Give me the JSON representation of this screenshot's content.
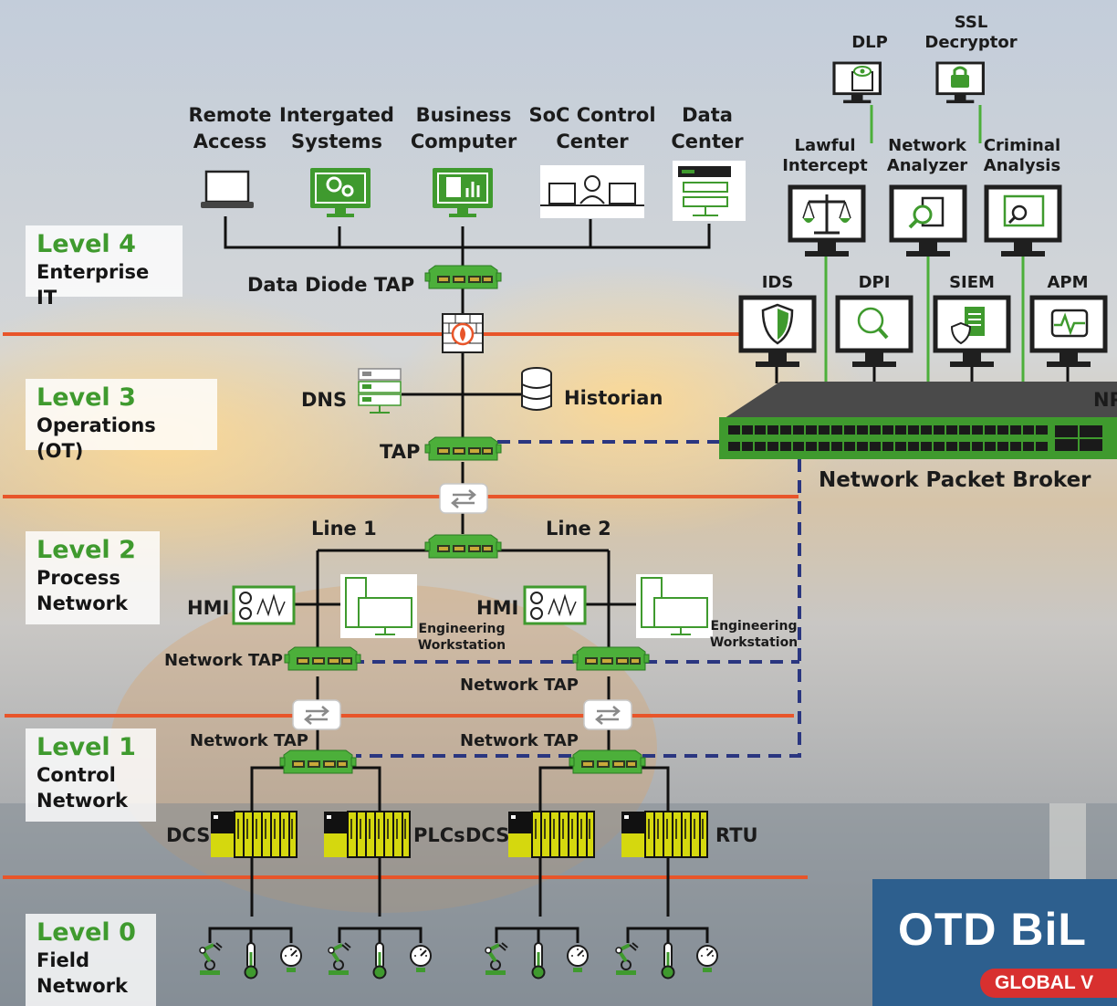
{
  "devices": {
    "remote_access": "Remote\nAccess",
    "integrated_systems": "Intergated\nSystems",
    "business_computer": "Business\nComputer",
    "soc_control_center": "SoC Control\nCenter",
    "data_center": "Data\nCenter",
    "dlp": "DLP",
    "ssl_decryptor": "SSL\nDecryptor",
    "lawful_intercept": "Lawful\nIntercept",
    "network_analyzer": "Network\nAnalyzer",
    "criminal_analysis": "Criminal\nAnalysis",
    "ids": "IDS",
    "dpi": "DPI",
    "siem": "SIEM",
    "apm": "APM",
    "npb_cut": "NP",
    "network_packet_broker": "Network Packet Broker",
    "data_diode_tap": "Data Diode TAP",
    "dns": "DNS",
    "historian": "Historian",
    "tap": "TAP",
    "line1": "Line 1",
    "line2": "Line 2",
    "hmi_1": "HMI",
    "hmi_2": "HMI",
    "engineering_workstation_1": "Engineering\nWorkstation",
    "engineering_workstation_2": "Engineering\nWorkstation",
    "network_tap_l2_left": "Network TAP",
    "network_tap_l2_right": "Network TAP",
    "network_tap_l1_left": "Network TAP",
    "network_tap_l1_right": "Network TAP",
    "dcs_1": "DCS",
    "plcs": "PLCs",
    "dcs_2": "DCS",
    "rtu": "RTU"
  },
  "levels": [
    {
      "title": "Level 4",
      "desc": "Enterprise IT"
    },
    {
      "title": "Level 3",
      "desc": "Operations (OT)"
    },
    {
      "title": "Level 2",
      "desc": "Process\nNetwork"
    },
    {
      "title": "Level 1",
      "desc": "Control\nNetwork"
    },
    {
      "title": "Level 0",
      "desc": "Field\nNetwork"
    }
  ],
  "logo": {
    "name": "OTD BiL",
    "tagline": "GLOBAL V"
  },
  "colors": {
    "accent_green": "#3f9a2e",
    "tap_green": "#4caf3a",
    "level_divider": "#e8552a",
    "mirror_dashed": "#2a3680",
    "controller_yellow": "#d5d80e",
    "logo_blue": "#2d5f8e",
    "logo_red": "#d8302f"
  },
  "icons": [
    "laptop-icon",
    "gears-monitor-icon",
    "document-chart-monitor-icon",
    "control-room-icon",
    "server-rack-icon",
    "eye-document-icon",
    "lock-icon",
    "scales-icon",
    "document-search-icon",
    "browser-search-icon",
    "shield-icon",
    "dpi-magnifier-icon",
    "shield-document-icon",
    "heartbeat-icon",
    "firewall-icon",
    "database-icon",
    "switch-icon",
    "tap-icon",
    "hmi-gauge-icon",
    "workstation-icon",
    "controller-icon",
    "robot-arm-icon",
    "thermometer-icon",
    "pressure-gauge-icon"
  ]
}
